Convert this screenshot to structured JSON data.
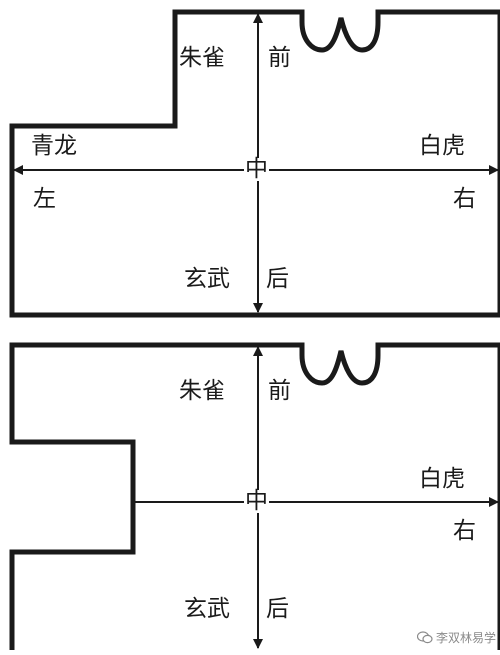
{
  "diagrams": [
    {
      "labels": {
        "top_left": "朱雀",
        "top_right": "前",
        "left_top": "青龙",
        "left_bottom": "左",
        "center": "中",
        "right_top": "白虎",
        "right_bottom": "右",
        "bottom_left": "玄武",
        "bottom_right": "后"
      }
    },
    {
      "labels": {
        "top_left": "朱雀",
        "top_right": "前",
        "center": "中",
        "right_top": "白虎",
        "right_bottom": "右",
        "bottom_left": "玄武",
        "bottom_right": "后"
      }
    }
  ],
  "watermark": {
    "text": "李双林易学"
  },
  "colors": {
    "line": "#1a1a1a",
    "background": "#ffffff",
    "watermark": "#8a8a8a"
  }
}
